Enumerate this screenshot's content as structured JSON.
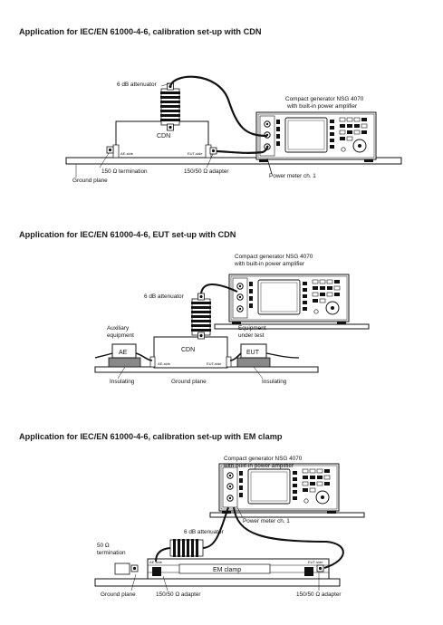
{
  "section1": {
    "title": "Application for IEC/EN 61000-4-6, calibration set-up with CDN",
    "attenuator": "6 dB attenuator",
    "generator_line1": "Compact generator NSG 4070",
    "generator_line2": "with built-in power amplifier",
    "cdn": "CDN",
    "ae_side": "AE-side",
    "eut_side": "EUT-side",
    "termination": "150 Ω termination",
    "adapter": "150/50 Ω adapter",
    "power_meter": "Power meter ch. 1",
    "ground_plane": "Ground plane"
  },
  "section2": {
    "title": "Application for IEC/EN 61000-4-6, EUT set-up with CDN",
    "generator_line1": "Compact generator NSG 4070",
    "generator_line2": "with built-in power amplifier",
    "attenuator": "6 dB attenuator",
    "aux_line1": "Auxiliary",
    "aux_line2": "equipment",
    "eut_line1": "Equipment",
    "eut_line2": "under test",
    "ae": "AE",
    "eut": "EUT",
    "cdn": "CDN",
    "ae_side": "AE-side",
    "eut_side": "EUT-side",
    "insulating_left": "Insulating",
    "ground_plane": "Ground plane",
    "insulating_right": "Insulating"
  },
  "section3": {
    "title": "Application for IEC/EN 61000-4-6, calibration set-up with EM clamp",
    "generator_line1": "Compact generator NSG 4070",
    "generator_line2": "with built-in power amplifier",
    "power_meter": "Power meter ch. 1",
    "attenuator": "6 dB attenuator",
    "term_line1": "50 Ω",
    "term_line2": "termination",
    "ae_side": "AE-side",
    "eut_side": "EUT-side",
    "em_clamp": "EM clamp",
    "ground_plane": "Ground plane",
    "adapter_left": "150/50 Ω adapter",
    "adapter_right": "150/50 Ω adapter"
  }
}
